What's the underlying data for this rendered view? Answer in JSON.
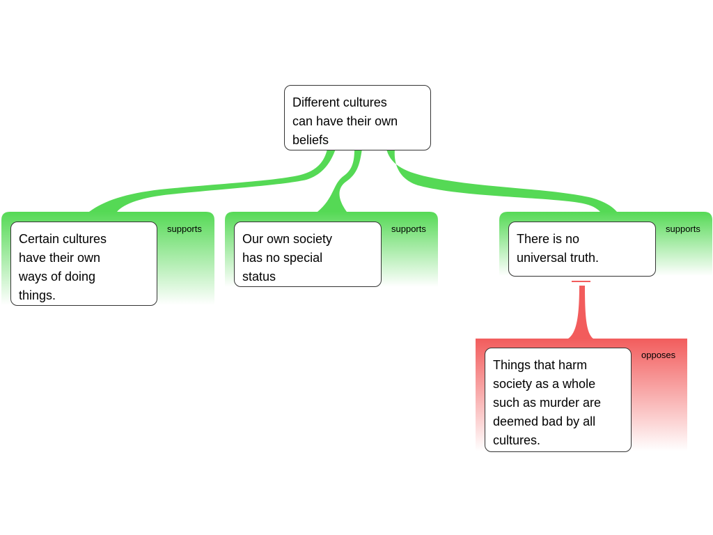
{
  "colors": {
    "supports": "#55d955",
    "opposes": "#f25c5c",
    "node_border": "#333333",
    "node_fill": "#ffffff"
  },
  "claim": {
    "text": "Different cultures\ncan have their own\nbeliefs"
  },
  "supports": [
    {
      "text": "Certain cultures\nhave their own\nways of doing\nthings.",
      "relation": "supports"
    },
    {
      "text": "Our own society\nhas no special\nstatus",
      "relation": "supports"
    },
    {
      "text": "There is no\nuniversal truth.",
      "relation": "supports"
    }
  ],
  "objection": {
    "text": "Things that harm\nsociety as a whole\nsuch as murder are\ndeemed bad by all\ncultures.",
    "relation": "opposes"
  }
}
